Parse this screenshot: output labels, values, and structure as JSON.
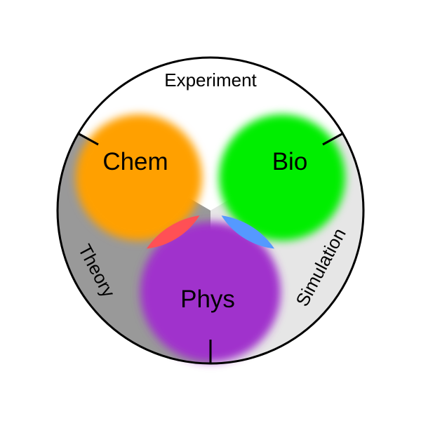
{
  "colors": {
    "experiment_sector": "#ffffff",
    "theory_sector": "#999999",
    "simulation_sector": "#e6e6e6",
    "outline": "#000000",
    "chem": "#ffa000",
    "bio": "#00ee00",
    "phys": "#a033cc",
    "chem_bio_overlap": "#ffff00",
    "chem_phys_overlap": "#ff5055",
    "bio_phys_overlap": "#5599ff",
    "center_overlap": "#d5e9f0"
  },
  "sectors": {
    "experiment": "Experiment",
    "theory": "Theory",
    "simulation": "Simulation"
  },
  "circles": {
    "chem": "Chem",
    "bio": "Bio",
    "phys": "Phys"
  }
}
